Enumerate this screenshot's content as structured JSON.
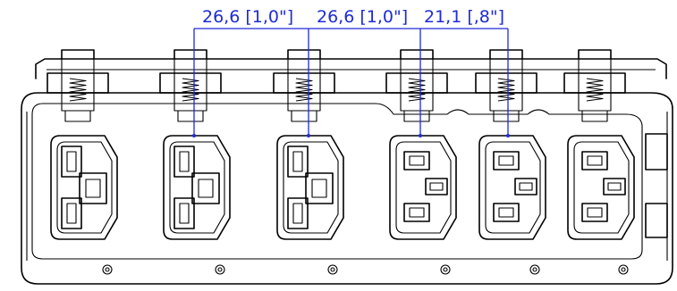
{
  "dimensions": [
    {
      "label": "26,6 [1,0\"]"
    },
    {
      "label": "26,6 [1,0\"]"
    },
    {
      "label": "21,1 [,8\"]"
    }
  ],
  "colors": {
    "dimension": "#1f2bd8",
    "outline": "#000000",
    "background": "#ffffff"
  },
  "parts": {
    "clip_count": 6,
    "outlet_count": 6,
    "outlet_types": [
      "c19",
      "c19",
      "c19",
      "c13",
      "c13",
      "c13"
    ],
    "mounting_hole_count": 6
  }
}
